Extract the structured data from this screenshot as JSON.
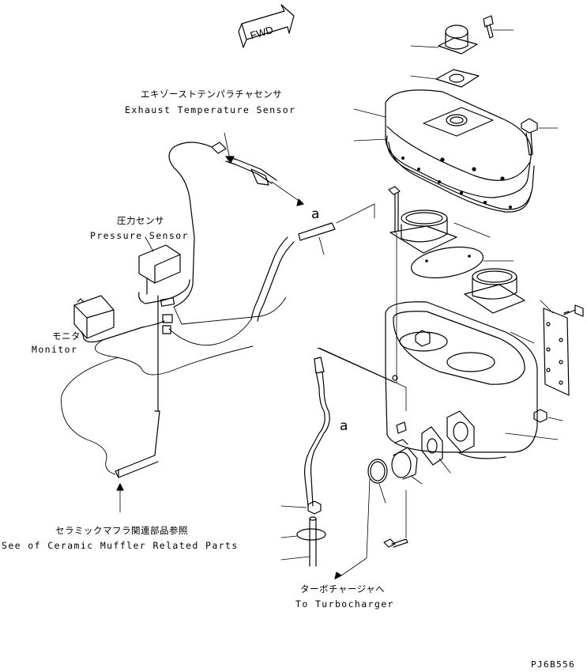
{
  "fwd_label": "FWD",
  "labels": {
    "exhaust_sensor_jp": "エキゾーストテンパラチャセンサ",
    "exhaust_sensor_en": "Exhaust Temperature Sensor",
    "pressure_sensor_jp": "圧力センサ",
    "pressure_sensor_en": "Pressure Sensor",
    "monitor_jp": "モニタ",
    "monitor_en": "Monitor",
    "ceramic_muffler_jp": "セラミックマフラ関連部品参照",
    "ceramic_muffler_en": "See of Ceramic Muffler Related Parts",
    "turbocharger_jp": "ターボチャージャへ",
    "turbocharger_en": "To Turbocharger"
  },
  "callouts": {
    "a_top": "a",
    "a_bottom": "a"
  },
  "drawing_code": "PJ6B556"
}
